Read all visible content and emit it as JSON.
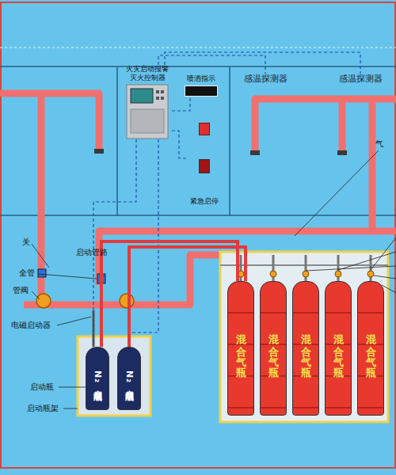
{
  "diagram": {
    "nodes": [
      {
        "text": [
          "火灾启动报警 灭火控制器"
        ]
      },
      {
        "text": [
          "喷洒指示"
        ]
      },
      {
        "text": [
          "感温探测器"
        ]
      },
      {
        "text": [
          "感温探测器"
        ]
      },
      {
        "text": [
          "紧急启停"
        ]
      },
      {
        "text": [
          "N₂启动瓶"
        ]
      },
      {
        "text": [
          "N₂启动瓶"
        ]
      },
      {
        "text": [
          "混合气瓶"
        ]
      },
      {
        "text": [
          "混合气瓶"
        ]
      },
      {
        "text": [
          "混合气瓶"
        ]
      },
      {
        "text": [
          "混合气瓶"
        ]
      },
      {
        "text": [
          "混合气瓶"
        ]
      }
    ],
    "edges": [
      {
        "from": 0,
        "to": 1,
        "arrow": "none"
      },
      {
        "from": 0,
        "to": 2,
        "arrow": "none"
      },
      {
        "from": 0,
        "to": 3,
        "arrow": "none"
      },
      {
        "from": 0,
        "to": 4,
        "arrow": "none"
      },
      {
        "from": 0,
        "to": 5,
        "arrow": "none"
      },
      {
        "from": 0,
        "to": 6,
        "arrow": "none"
      },
      {
        "from": 5,
        "to": 7,
        "arrow": "none"
      },
      {
        "from": 6,
        "to": 7,
        "arrow": "none"
      }
    ],
    "labels": [
      "气",
      "关",
      "全管",
      "启动管路",
      "管阀",
      "电磁启动器",
      "启动瓶",
      "启动瓶架"
    ]
  }
}
